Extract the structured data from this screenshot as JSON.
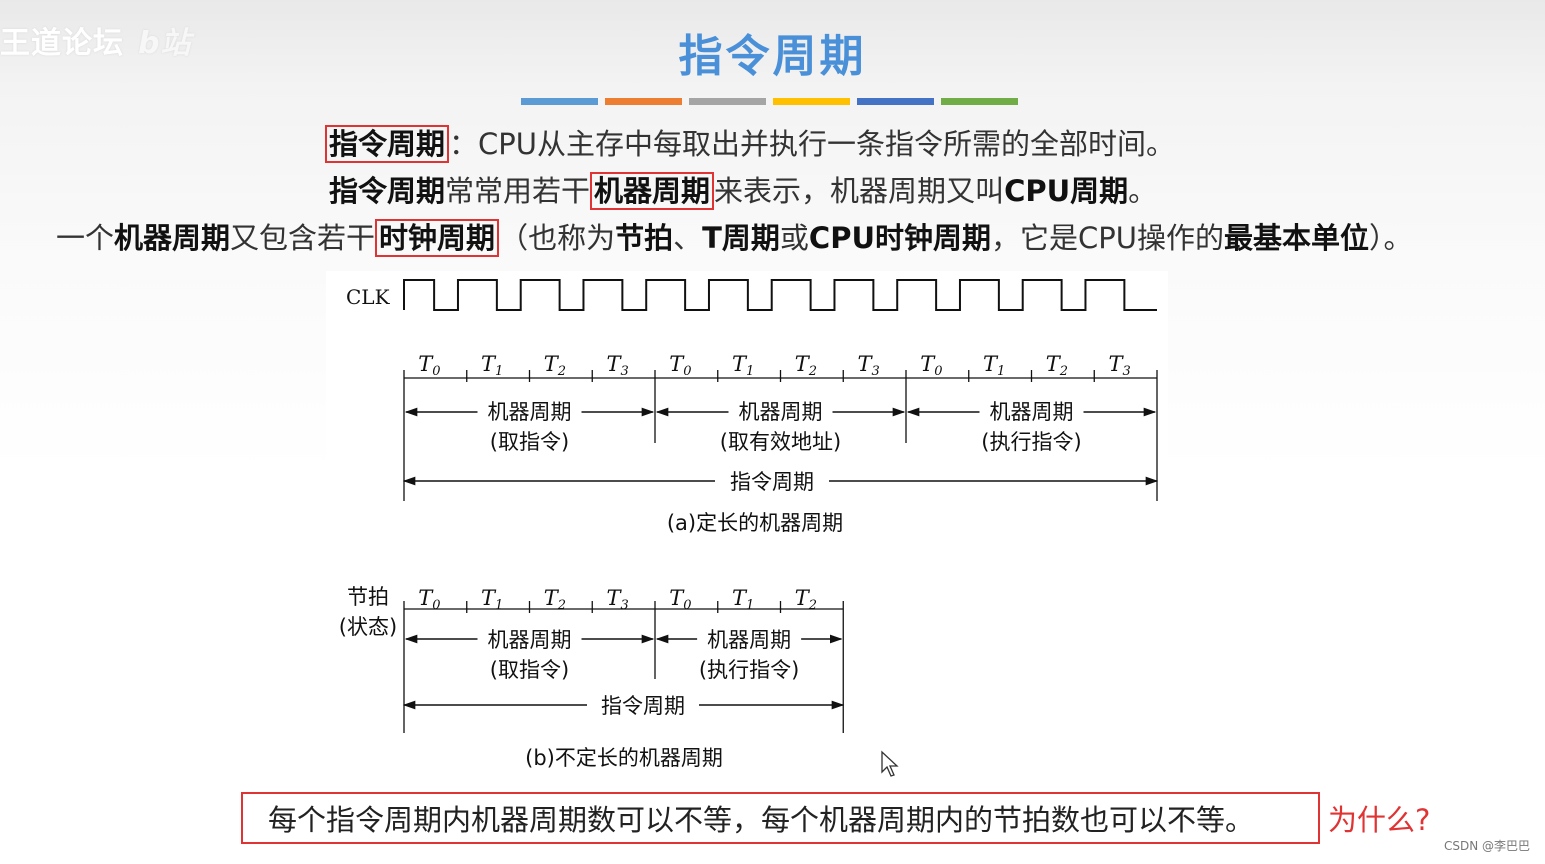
{
  "watermark": {
    "text": "王道论坛",
    "logo": "b站"
  },
  "slide": {
    "title": "指令周期",
    "bar_colors": [
      "#5b9bd5",
      "#ed7d31",
      "#a5a5a5",
      "#ffc000",
      "#4472c4",
      "#70ad47"
    ]
  },
  "lines": {
    "l1_term": "指令周期",
    "l1_rest": "：CPU从主存中每取出并执行一条指令所需的全部时间。",
    "l2_term": "指令周期",
    "l2_a": "常常用若干",
    "l2_box": "机器周期",
    "l2_b": "来表示，机器周期又叫",
    "l2_c": "CPU周期",
    "l2_d": "。",
    "l3_a": "一个",
    "l3_b": "机器周期",
    "l3_c": "又包含若干",
    "l3_box": "时钟周期",
    "l3_d": "（也称为",
    "l3_e": "节拍",
    "l3_f": "、",
    "l3_g": "T周期",
    "l3_h": "或",
    "l3_i": "CPU时钟周期",
    "l3_j": "，它是CPU操作的",
    "l3_k": "最基本单位",
    "l3_l": "）。"
  },
  "figure": {
    "clk_label": "CLK",
    "a": {
      "t_labels": [
        "0",
        "1",
        "2",
        "3",
        "0",
        "1",
        "2",
        "3",
        "0",
        "1",
        "2",
        "3"
      ],
      "cycles": [
        {
          "name": "机器周期",
          "desc": "(取指令)"
        },
        {
          "name": "机器周期",
          "desc": "(取有效地址)"
        },
        {
          "name": "机器周期",
          "desc": "(执行指令)"
        }
      ],
      "instr": "指令周期",
      "caption": "(a)定长的机器周期"
    },
    "b": {
      "side1": "节拍",
      "side2": "(状态)",
      "t_labels": [
        "0",
        "1",
        "2",
        "3",
        "0",
        "1",
        "2"
      ],
      "cycles": [
        {
          "name": "机器周期",
          "desc": "(取指令)"
        },
        {
          "name": "机器周期",
          "desc": "(执行指令)"
        }
      ],
      "instr": "指令周期",
      "caption": "(b)不定长的机器周期"
    }
  },
  "bottom": {
    "text": "每个指令周期内机器周期数可以不等，每个机器周期内的节拍数也可以不等。",
    "why": "为什么?"
  },
  "credit": "CSDN @李巴巴"
}
